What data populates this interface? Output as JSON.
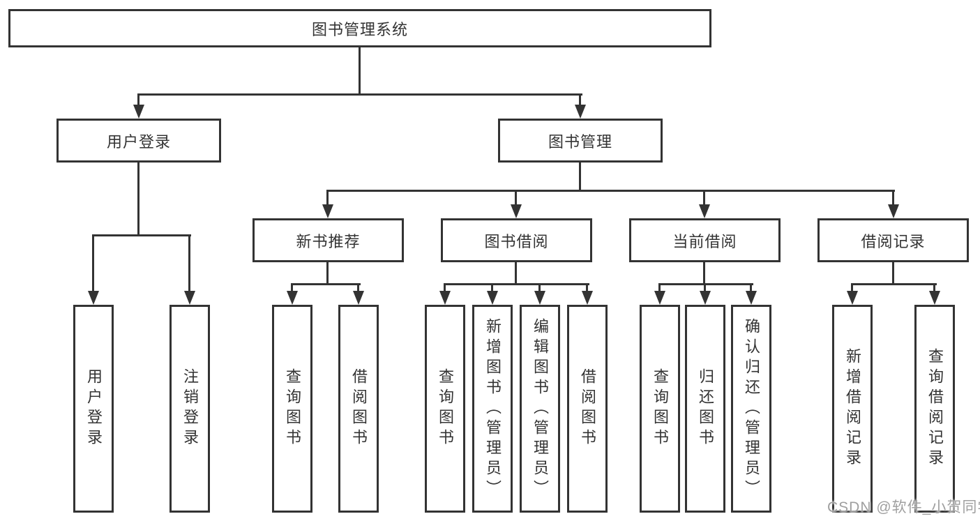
{
  "colors": {
    "line": "#333333",
    "box_border": "#333333",
    "text": "#333333",
    "background": "#ffffff",
    "watermark": "#9f9f9f"
  },
  "watermark": {
    "text": "CSDN @软件_小贺同学"
  },
  "tree": {
    "root": {
      "label": "图书管理系统"
    },
    "level2": [
      {
        "label": "用户登录"
      },
      {
        "label": "图书管理"
      }
    ],
    "level3": [
      {
        "label": "新书推荐"
      },
      {
        "label": "图书借阅"
      },
      {
        "label": "当前借阅"
      },
      {
        "label": "借阅记录"
      }
    ],
    "leaves": {
      "user_login": [
        "用户登录",
        "注销登录"
      ],
      "new_book": [
        "查询图书",
        "借阅图书"
      ],
      "book_borrow": [
        "查询图书",
        "新增图书（管理员）",
        "编辑图书（管理员）",
        "借阅图书"
      ],
      "current_borrow": [
        "查询图书",
        "归还图书",
        "确认归还（管理员）"
      ],
      "borrow_record": [
        "新增借阅记录",
        "查询借阅记录"
      ]
    }
  }
}
